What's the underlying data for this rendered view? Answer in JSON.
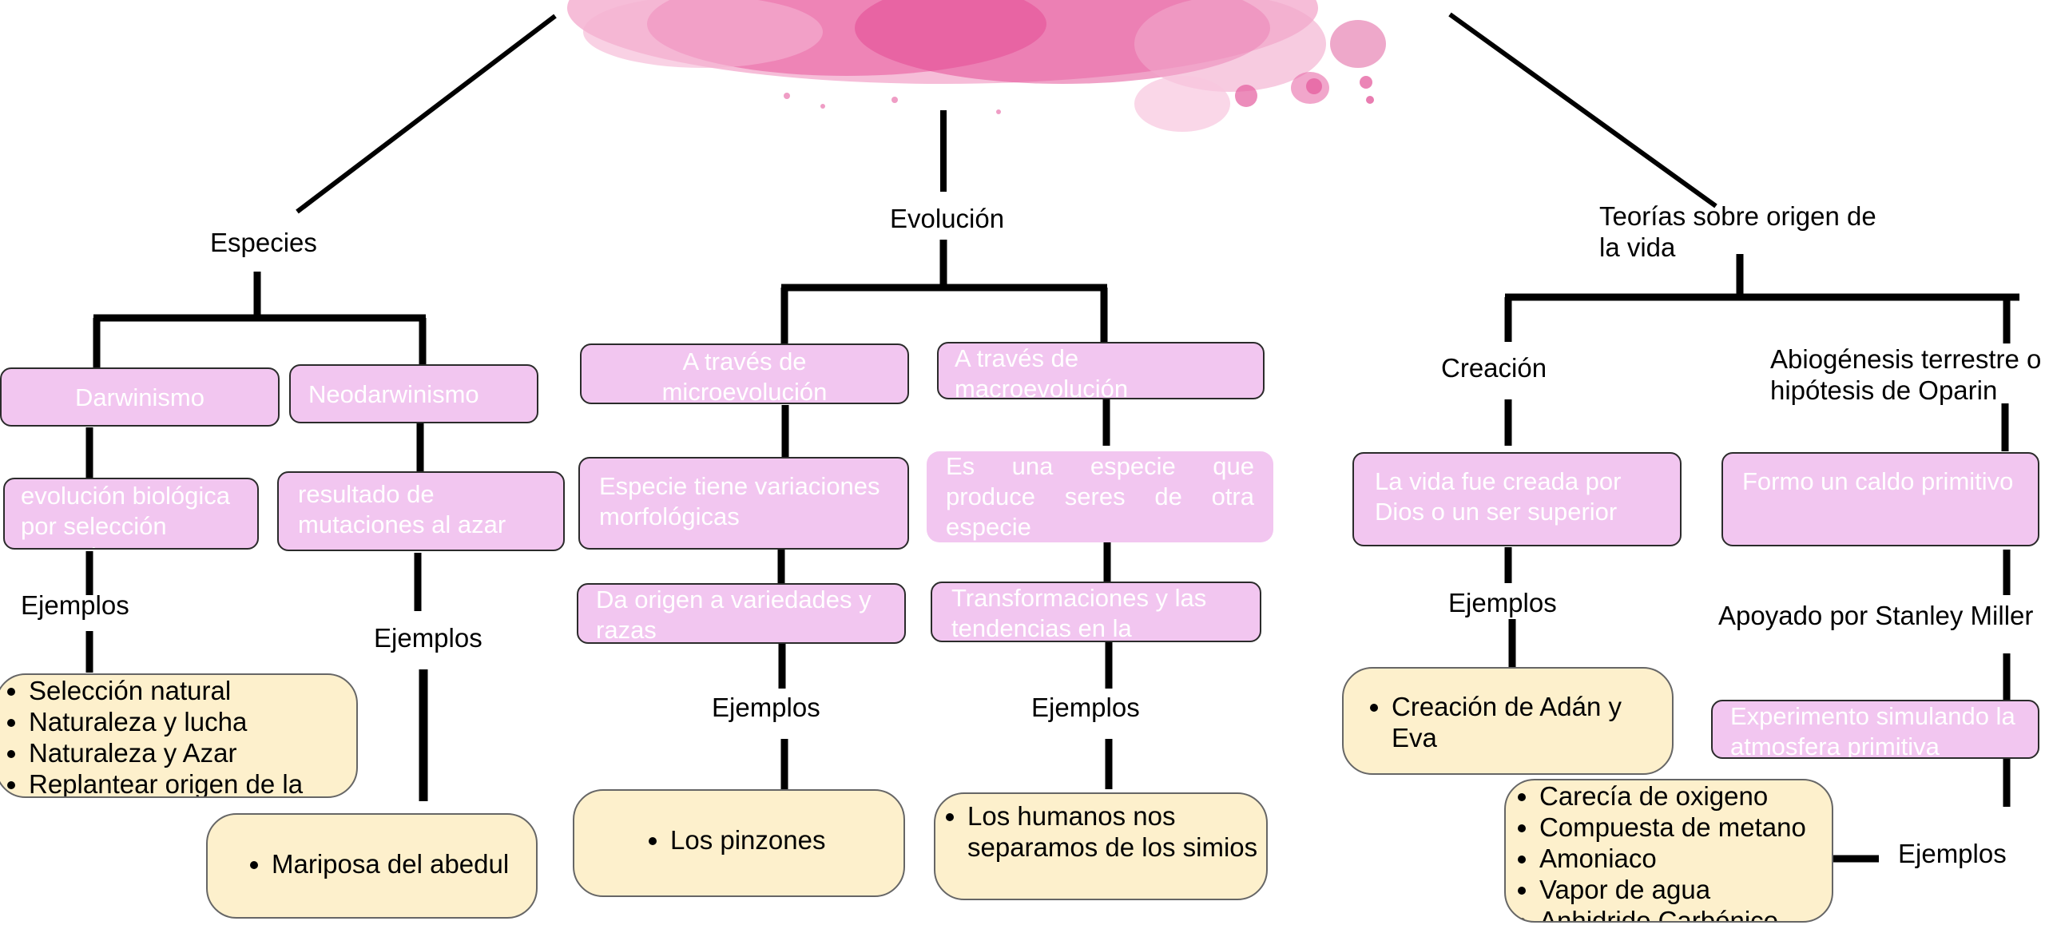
{
  "colors": {
    "pink_box": "#f2c6f0",
    "cream_box": "#fdf0cc",
    "blob": "#e8559a",
    "line": "#000000",
    "pink_text": "#ffffff"
  },
  "especies": {
    "title": "Especies",
    "darwinismo": {
      "title": "Darwinismo",
      "desc": "evolución biológica por selección natural",
      "ejemplos_label": "Ejemplos",
      "examples": [
        "Selección natural",
        "Naturaleza y lucha",
        "Naturaleza y Azar",
        "Replantear origen de la vida"
      ]
    },
    "neodarwinismo": {
      "title": "Neodarwinismo",
      "desc": "resultado de mutaciones al azar",
      "ejemplos_label": "Ejemplos",
      "examples": [
        "Mariposa del abedul"
      ]
    }
  },
  "evolucion": {
    "title": "Evolución",
    "micro": {
      "title": "A través de microevolución",
      "desc1": "Especie tiene variaciones morfológicas",
      "desc2": "Da origen a variedades y razas",
      "ejemplos_label": "Ejemplos",
      "examples": [
        "Los pinzones"
      ]
    },
    "macro": {
      "title": "A través de macroevolución",
      "desc1": "Es una especie que produce seres de otra especie",
      "desc2": "Transformaciones y las tendencias en la evolución",
      "ejemplos_label": "Ejemplos",
      "examples": [
        "Los humanos nos separamos de los simios"
      ]
    }
  },
  "teorias": {
    "title": "Teorías sobre origen de la vida",
    "creacion": {
      "title": "Creación",
      "desc": "La vida fue creada por Dios o un ser superior",
      "ejemplos_label": "Ejemplos",
      "examples": [
        "Creación de Adán y Eva"
      ]
    },
    "abiogenesis": {
      "title": "Abiogénesis terrestre o hipótesis de Oparin",
      "desc": "Formo un caldo primitivo",
      "apoyado": "Apoyado por Stanley Miller",
      "experimento": "Experimento simulando la atmosfera primitiva",
      "ejemplos_label": "Ejemplos",
      "examples": [
        "Carecía de oxigeno",
        "Compuesta de metano",
        "Amoniaco",
        "Vapor de agua",
        "Anhidrido Carbónico"
      ]
    }
  }
}
